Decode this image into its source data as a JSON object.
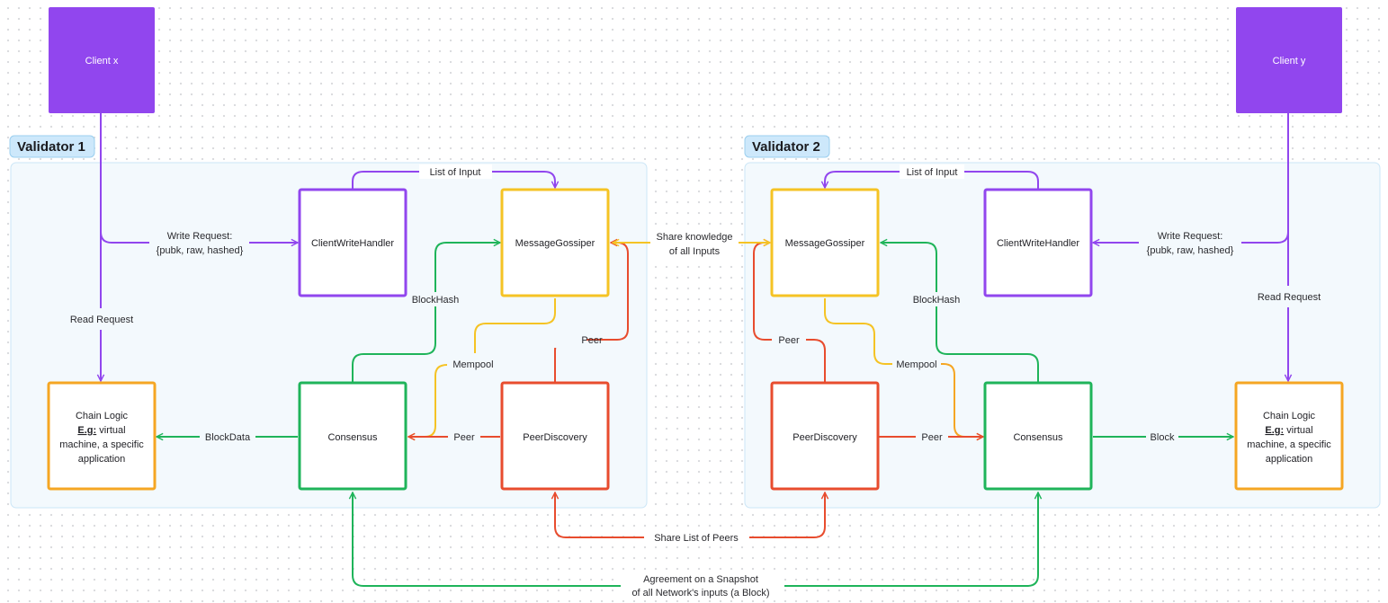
{
  "colors": {
    "purple": "#9146ee",
    "client_fill": "#9146ee",
    "yellow": "#f5c324",
    "orange": "#f5a623",
    "green": "#1fb45a",
    "red": "#e84c2e",
    "container_fill": "#f3f9fd",
    "container_border": "#cbe6f7",
    "label_fill": "#cde8fb",
    "label_border": "#9ccfef"
  },
  "clients": {
    "x": "Client x",
    "y": "Client y"
  },
  "validators": {
    "v1": {
      "title": "Validator 1"
    },
    "v2": {
      "title": "Validator 2"
    }
  },
  "nodes": {
    "client_write_handler": "ClientWriteHandler",
    "message_gossiper": "MessageGossiper",
    "consensus": "Consensus",
    "peer_discovery": "PeerDiscovery",
    "chain_logic": {
      "line1": "Chain Logic",
      "line2_bold": "E.g:",
      "line2_rest": " virtual",
      "line3": "machine, a specific",
      "line4": "application"
    }
  },
  "edges": {
    "list_of_input": "List of Input",
    "write_request_1": "Write Request:",
    "write_request_2": "{pubk, raw, hashed}",
    "read_request": "Read Request",
    "block_hash": "BlockHash",
    "mempool": "Mempool",
    "peer": "Peer",
    "block_data": "BlockData",
    "block": "Block",
    "share_knowledge_1": "Share knowledge",
    "share_knowledge_2": "of all Inputs",
    "share_peers": "Share List of Peers",
    "agreement_1": "Agreement on a Snapshot",
    "agreement_2": "of all Network's inputs (a Block)"
  }
}
